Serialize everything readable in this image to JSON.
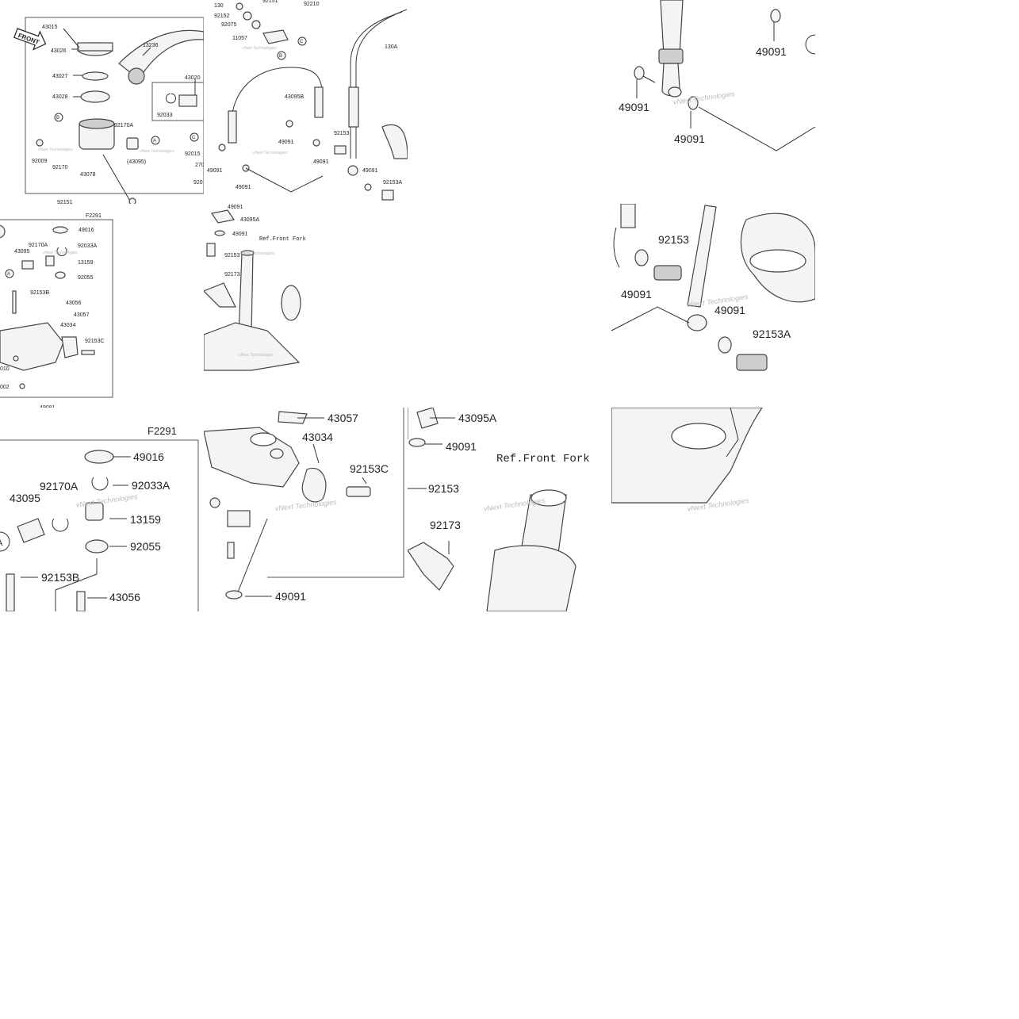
{
  "watermark": "vNext Technologies",
  "colors": {
    "line": "#333333",
    "part_fill": "#f4f4f4",
    "part_dark": "#cfcfcf",
    "watermark": "#bbbbbb",
    "background": "#ffffff"
  },
  "tile_master_cylinder": {
    "front_badge": "FRONT",
    "labels": [
      "43015",
      "43026",
      "43027",
      "43028",
      "13236",
      "43020",
      "92033",
      "92170A",
      "92009",
      "92170",
      "43078",
      "(43095)",
      "92015",
      "270",
      "920",
      "92151"
    ],
    "markers": [
      "B",
      "A",
      "C"
    ]
  },
  "tile_hoses_top": {
    "labels": [
      "130",
      "92152",
      "92151",
      "92210",
      "92075",
      "11057",
      "130A",
      "43095B",
      "49091",
      "92153",
      "49091",
      "49091",
      "49091",
      "92153A",
      "49091"
    ],
    "markers": [
      "B",
      "C"
    ]
  },
  "tile_right_top": {
    "labels": [
      "49091",
      "49091",
      "49091"
    ]
  },
  "tile_caliper_small": {
    "code": "F2291",
    "labels": [
      "49016",
      "92170A",
      "92033A",
      "43095",
      "13159",
      "92055",
      "92153B",
      "43056",
      "43057",
      "43034",
      "92153C",
      "010",
      "002",
      "49091"
    ],
    "markers": [
      "A"
    ]
  },
  "tile_fork_small": {
    "labels": [
      "49091",
      "43095A",
      "49091",
      "92153",
      "Ref.Front Fork",
      "92173"
    ]
  },
  "tile_right_mid": {
    "labels": [
      "92153",
      "49091",
      "49091",
      "92153A"
    ]
  },
  "tile_caliper_large": {
    "code": "F2291",
    "labels": [
      "49016",
      "92170A",
      "92033A",
      "43095",
      "13159",
      "92055",
      "92153B",
      "43056"
    ],
    "markers": [
      "A"
    ]
  },
  "tile_bracket_large": {
    "labels": [
      "43057",
      "43034",
      "92153C",
      "49091"
    ]
  },
  "tile_fork_large": {
    "labels": [
      "43095A",
      "49091",
      "92153",
      "Ref.Front Fork",
      "92173"
    ]
  }
}
